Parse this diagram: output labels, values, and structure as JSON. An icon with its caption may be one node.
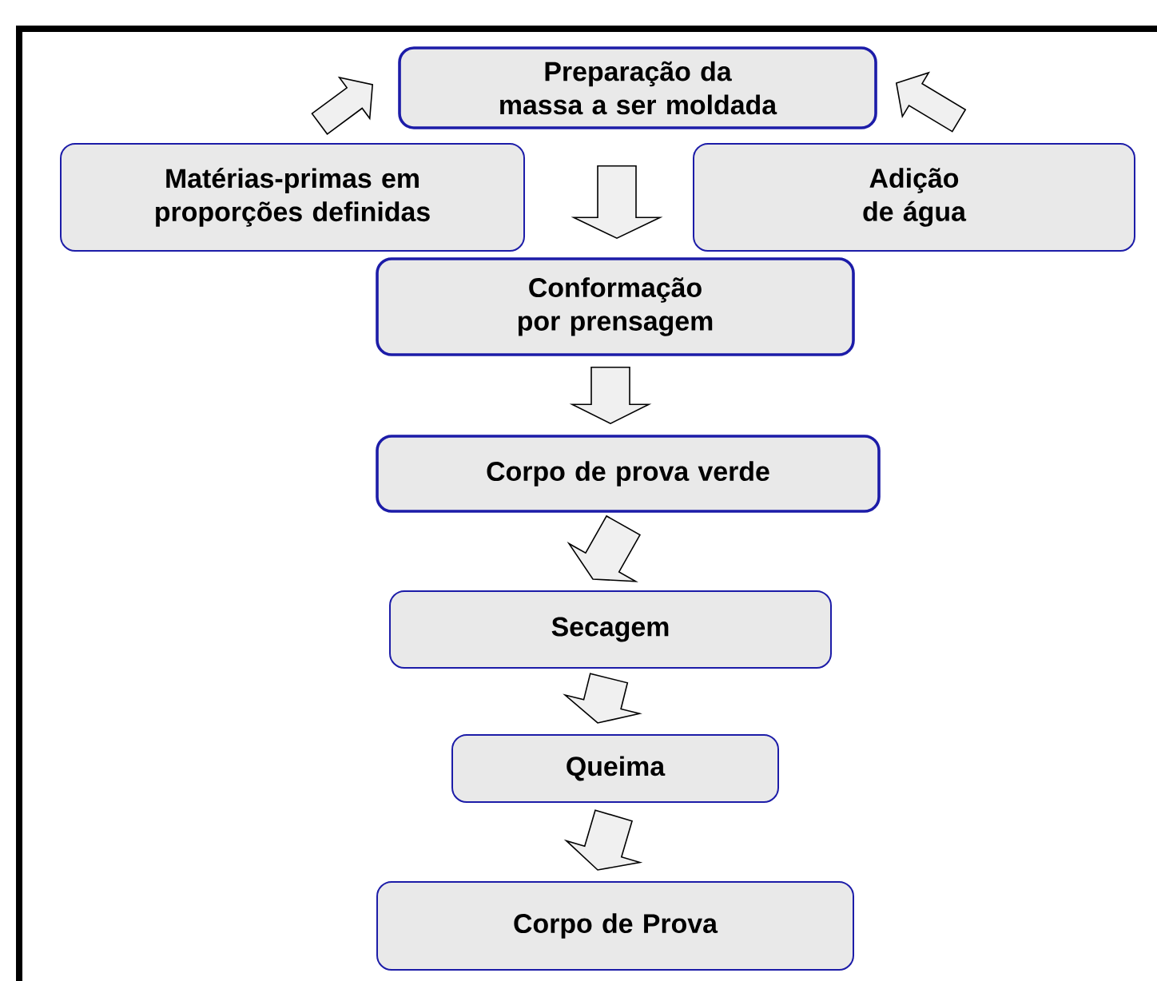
{
  "diagram": {
    "nodes": [
      {
        "text": [
          "Preparação da massa a ser moldada"
        ]
      },
      {
        "text": [
          "Matérias-primas em proporções definidas"
        ]
      },
      {
        "text": [
          "Adição de água"
        ]
      },
      {
        "text": [
          "Conformação por prensagem"
        ]
      },
      {
        "text": [
          "Corpo de prova verde"
        ]
      },
      {
        "text": [
          "Secagem"
        ]
      },
      {
        "text": [
          "Queima"
        ]
      },
      {
        "text": [
          "Corpo de Prova"
        ]
      }
    ],
    "edges": [
      {
        "from": 1,
        "to": 0,
        "arrow": "to"
      },
      {
        "from": 2,
        "to": 0,
        "arrow": "to"
      },
      {
        "from": 0,
        "to": 3,
        "arrow": "to"
      },
      {
        "from": 3,
        "to": 4,
        "arrow": "to"
      },
      {
        "from": 4,
        "to": 5,
        "arrow": "to"
      },
      {
        "from": 5,
        "to": 6,
        "arrow": "to"
      },
      {
        "from": 6,
        "to": 7,
        "arrow": "to"
      }
    ]
  }
}
